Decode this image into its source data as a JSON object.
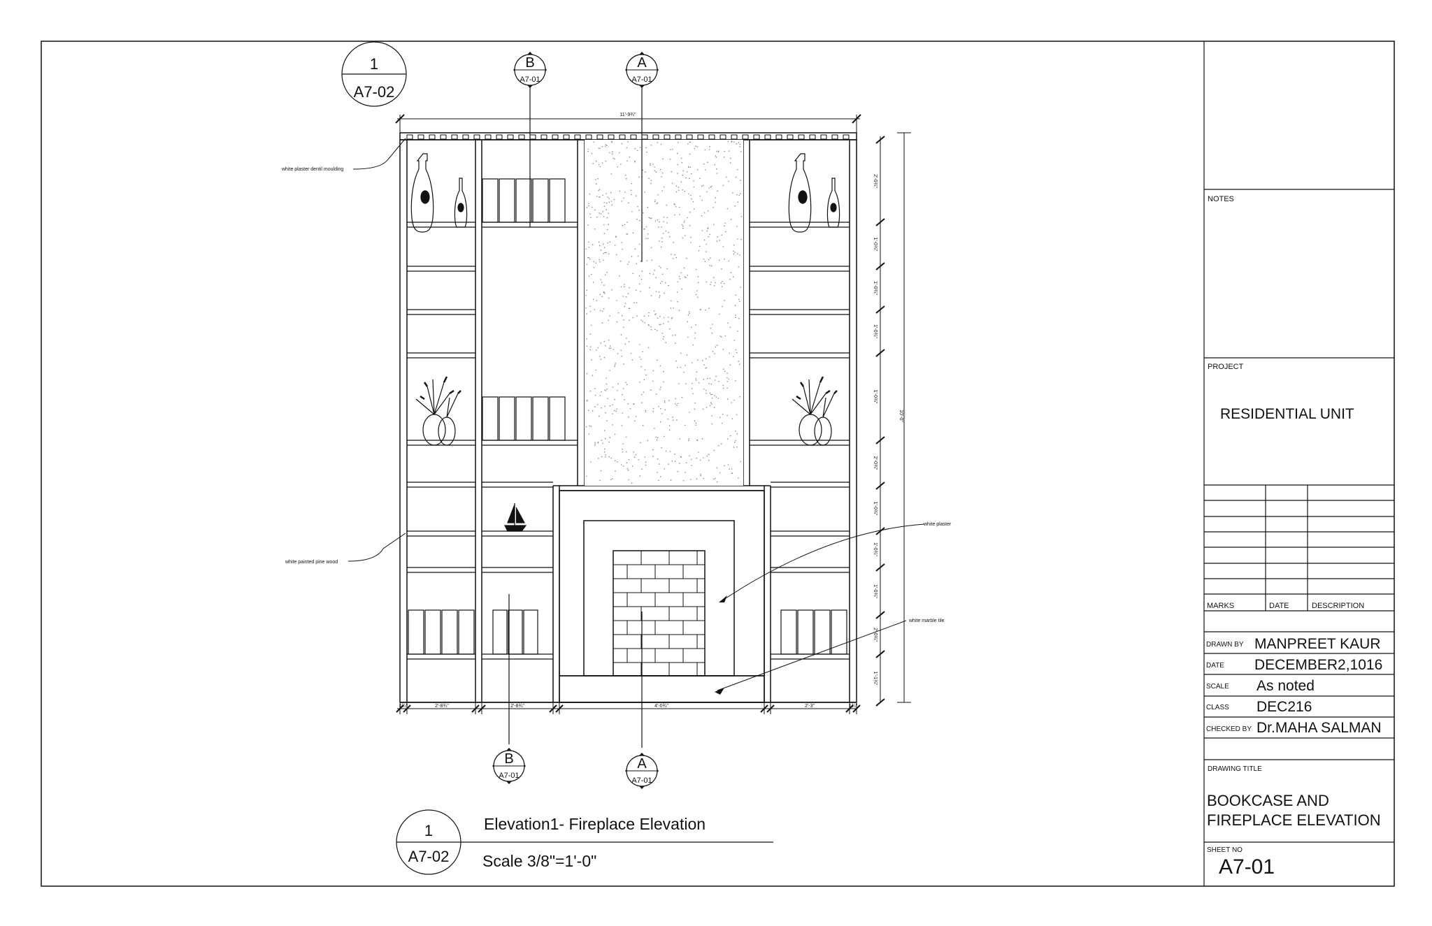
{
  "drawing": {
    "title": "Elevation1- Fireplace Elevation",
    "scale": "Scale 3/8\"=1'-0\"",
    "view_tag": {
      "number": "1",
      "sheet": "A7-02"
    }
  },
  "section_markers": {
    "b_top": {
      "letter": "B",
      "sheet": "A7-01"
    },
    "a_top": {
      "letter": "A",
      "sheet": "A7-01"
    },
    "b_bottom": {
      "letter": "B",
      "sheet": "A7-01"
    },
    "a_bottom": {
      "letter": "A",
      "sheet": "A7-01"
    }
  },
  "annotations": {
    "dentil": "white plaster dentil moulding",
    "pine": "white painted pine wood",
    "plaster": "white plaster",
    "marble": "white  marble  tile"
  },
  "dimensions": {
    "overall_width": "11'-9¾\"",
    "overall_height": "10'-0\"",
    "bottom": [
      "1¾\"",
      "2'-8¾\"",
      "2'-8¾\"",
      "4'-0¾\"",
      "2'-3\"",
      "1¾\""
    ],
    "right": [
      "2'-0¾\"",
      "1'-0¾\"",
      "1'-0¾\"",
      "1'-0¾\"",
      "1'-0¾\"",
      "2'-0¾\"",
      "1'-0¾\"",
      "1'-0¾\"",
      "1'-0¾\"",
      "2'-0¾\"",
      "1'-1¾\""
    ]
  },
  "title_block": {
    "notes_label": "NOTES",
    "project_label": "PROJECT",
    "project_name": "RESIDENTIAL UNIT",
    "marks_label": "MARKS",
    "date_col_label": "DATE",
    "description_label": "DESCRIPTION",
    "drawn_by_label": "DRAWN BY",
    "drawn_by": "MANPREET KAUR",
    "date_label": "DATE",
    "date": "DECEMBER2,1016",
    "scale_label": "SCALE",
    "scale": "As noted",
    "class_label": "CLASS",
    "class": "DEC216",
    "checked_by_label": "CHECKED BY",
    "checked_by": "Dr.MAHA SALMAN",
    "drawing_title_label": "DRAWING TITLE",
    "drawing_title_line1": "BOOKCASE AND",
    "drawing_title_line2": "FIREPLACE ELEVATION",
    "sheet_no_label": "SHEET NO",
    "sheet_no": "A7-01"
  }
}
